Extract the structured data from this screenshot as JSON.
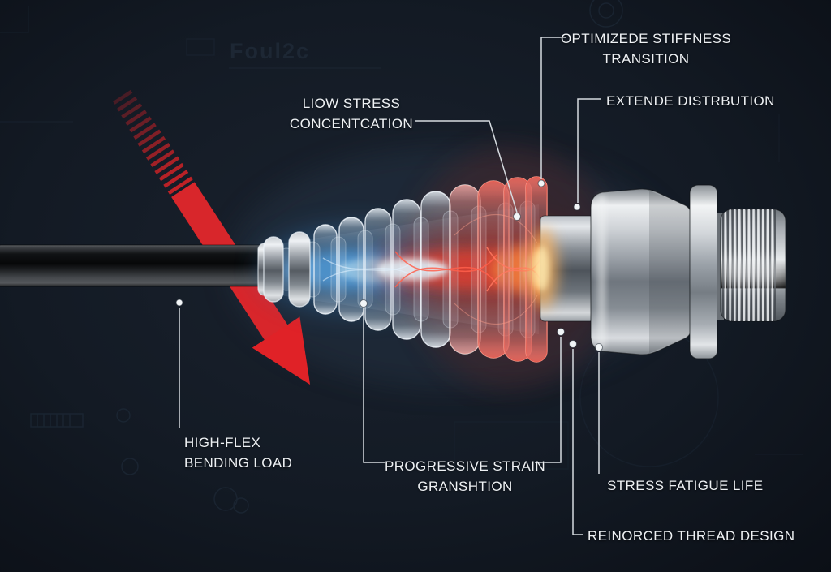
{
  "meta": {
    "watermark": "Foul2c"
  },
  "colors": {
    "background": "#131a24",
    "accent_red_arrow": "#d8262b",
    "label_text": "#eef1f4",
    "leader_line": "#d6dbe0",
    "glow_blue": "#4f9fe0",
    "glow_red": "#e23a2c",
    "glow_orange": "#ff8c3a",
    "glow_yellow": "#ffdf8e",
    "metal_light": "#eef0f2",
    "metal_dark": "#565c63",
    "cable_black": "#0a0b0d",
    "blueprint_line": "#223040"
  },
  "callouts": {
    "optimized_stiffness_transition": {
      "line1": "OPTIMIZEDE STIFFNESS",
      "line2": "TRANSITION"
    },
    "extended_distribution": {
      "label": "EXTENDE DISTRBUTION"
    },
    "low_stress_concentration": {
      "line1": "LIOW STRESS",
      "line2": "CONCENTCATION"
    },
    "high_flex_bending_load": {
      "line1": "HIGH-FLEX",
      "line2": "BENDING LOAD"
    },
    "progressive_strain_transition": {
      "line1": "PROGRESSIVE STRAIN",
      "line2": "GRANSHTION"
    },
    "stress_fatigue_life": {
      "label": "STRESS FATIGUE LIFE"
    },
    "reinforced_thread_design": {
      "label": "REINORCED THREAD DESIGN"
    }
  }
}
